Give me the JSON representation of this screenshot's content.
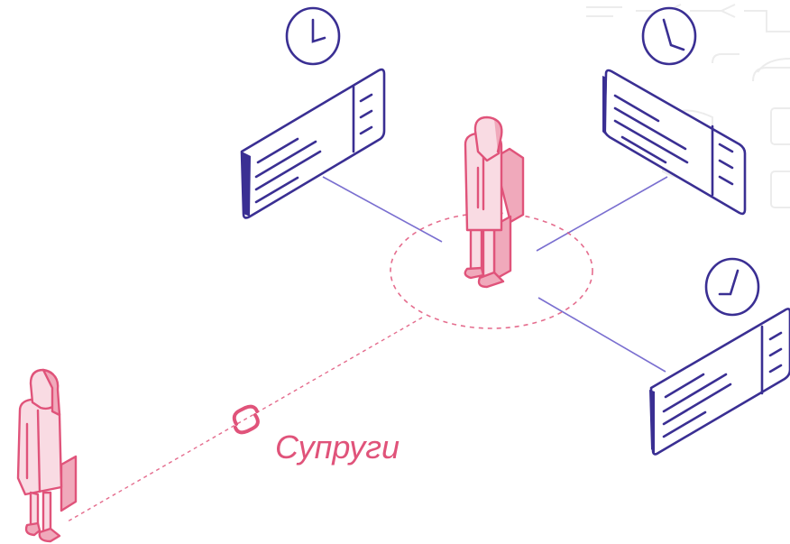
{
  "relation_label": "Супруги",
  "colors": {
    "background": "#ffffff",
    "accent_pink": "#e0537a",
    "person_fill": "#f9dbe3",
    "person_shadow": "#f0a9bb",
    "ticket_stroke": "#3a2f93",
    "link_line": "#7a6fd0",
    "faint_grey": "#ececec"
  },
  "icons": [
    "clock-icon",
    "ticket-icon",
    "link-chain-icon",
    "person-man-icon",
    "person-woman-icon"
  ],
  "tickets": [
    {
      "name": "ticket-top-left"
    },
    {
      "name": "ticket-top-right"
    },
    {
      "name": "ticket-bottom-right"
    }
  ]
}
